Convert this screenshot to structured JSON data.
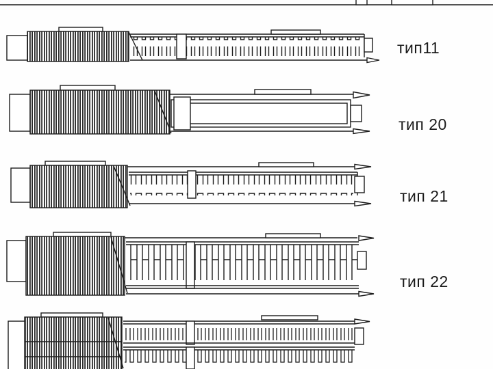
{
  "diagram": {
    "description_labels_visible": [
      "тип11",
      "тип 20",
      "тип 21",
      "тип 22"
    ],
    "rows": [
      {
        "label": "тип11"
      },
      {
        "label": "тип 20"
      },
      {
        "label": "тип 21"
      },
      {
        "label": "тип 22"
      },
      {
        "label": ""
      }
    ]
  },
  "colors": {
    "line": "#1c1c1c",
    "background": "#ffffff",
    "text": "#1a1a1a"
  }
}
